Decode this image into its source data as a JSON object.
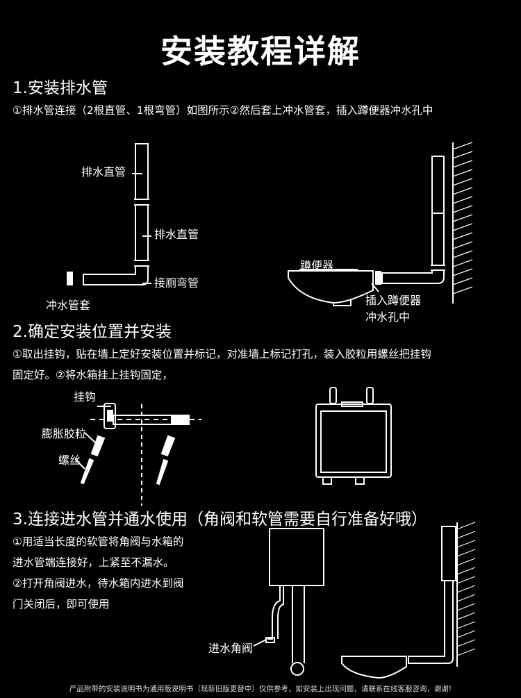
{
  "title": "安装教程详解",
  "step1": {
    "heading": "1.安装排水管",
    "desc": "①排水管连接（2根直管、1根弯管）如图所示②然后套上冲水管套，插入蹲便器冲水孔中",
    "labels": {
      "pipe_straight_1": "排水直管",
      "pipe_straight_2": "排水直管",
      "elbow": "接厕弯管",
      "flush_sleeve": "冲水管套",
      "squat_toilet": "蹲便器",
      "insert_line1": "插入蹲便器",
      "insert_line2": "冲水孔中"
    }
  },
  "step2": {
    "heading": "2.确定安装位置并安装",
    "desc_line1": "①取出挂钩，贴在墙上定好安装位置并标记，对准墙上标记打孔，装入胶粒用螺丝把挂钩",
    "desc_line2": "固定好。②将水箱挂上挂钩固定，",
    "labels": {
      "hook": "挂钩",
      "anchor": "膨胀胶粒",
      "screw": "螺丝"
    }
  },
  "step3": {
    "heading": "3.连接进水管并通水使用（角阀和软管需要自行准备好哦）",
    "desc_lines": [
      "①用适当长度的软管将角阀与水箱的",
      "进水管端连接好，上紧至不漏水。",
      "②打开角阀进水，待水箱内进水到阀",
      "门关闭后，即可使用"
    ],
    "labels": {
      "valve": "进水角阀"
    }
  },
  "footer": "产品附带的安装说明书为通用版说明书（现新旧版更替中）仅供参考，如安装上出现问题，请联系在线客服咨询，谢谢!"
}
